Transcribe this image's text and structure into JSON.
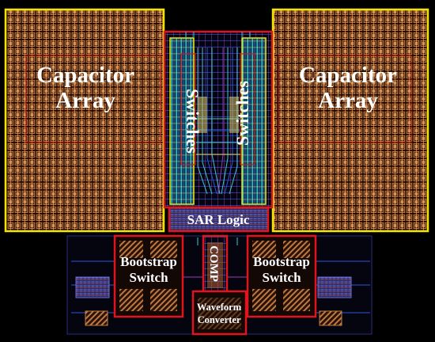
{
  "blocks": {
    "cap_left": {
      "line1": "Capacitor",
      "line2": "Array"
    },
    "cap_right": {
      "line1": "Capacitor",
      "line2": "Array"
    },
    "switches_left": "Switches",
    "switches_right": "Switches",
    "sar_logic": "SAR Logic",
    "bootstrap_left": {
      "line1": "Bootstrap",
      "line2": "Switch"
    },
    "bootstrap_right": {
      "line1": "Bootstrap",
      "line2": "Switch"
    },
    "comp": "COMP",
    "waveform": {
      "line1": "Waveform",
      "line2": "Converter"
    }
  },
  "colors": {
    "background": "#000000",
    "outline_yellow": "#f2e600",
    "outline_red": "#e0141e",
    "capacitor_fill": "#c8783c",
    "routing_cyan": "#39c6cf",
    "routing_blue": "#2a58d8"
  }
}
